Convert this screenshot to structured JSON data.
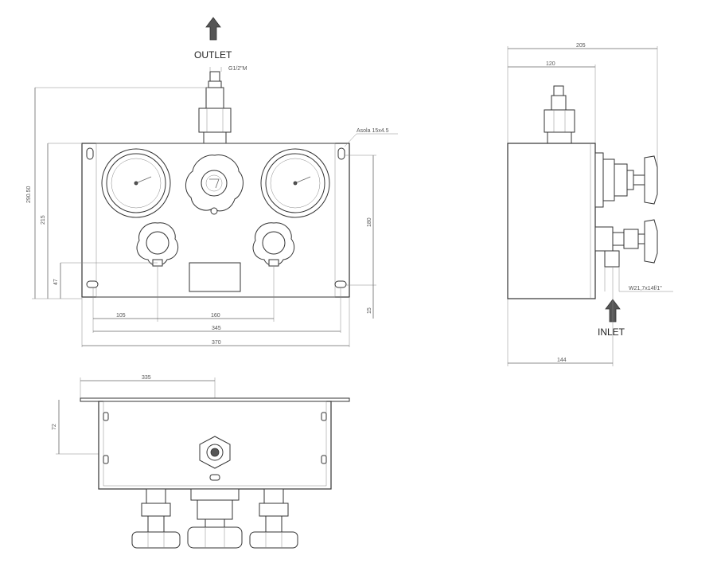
{
  "labels": {
    "outlet": "OUTLET",
    "inlet": "INLET",
    "outlet_thread": "G1/2\"M",
    "inlet_thread": "W21,7x14f/1\"",
    "slot_note": "Asola 15x4.5"
  },
  "front_view": {
    "dim_height_total": "290.50",
    "dim_height_box": "215",
    "dim_hole_spacing_v": "180",
    "dim_knob_height": "47",
    "dim_bottom_offset": "15",
    "dim_knob_left": "105",
    "dim_knob_spacing": "160",
    "dim_hole_spacing_h": "345",
    "dim_width_total": "370"
  },
  "side_view": {
    "dim_depth_total": "205",
    "dim_box_depth": "120",
    "dim_bottom": "144"
  },
  "top_view": {
    "dim_outlet_x": "335",
    "dim_outlet_y": "72"
  },
  "colors": {
    "line": "#333333",
    "dimension": "#666666",
    "arrow": "#555555"
  }
}
